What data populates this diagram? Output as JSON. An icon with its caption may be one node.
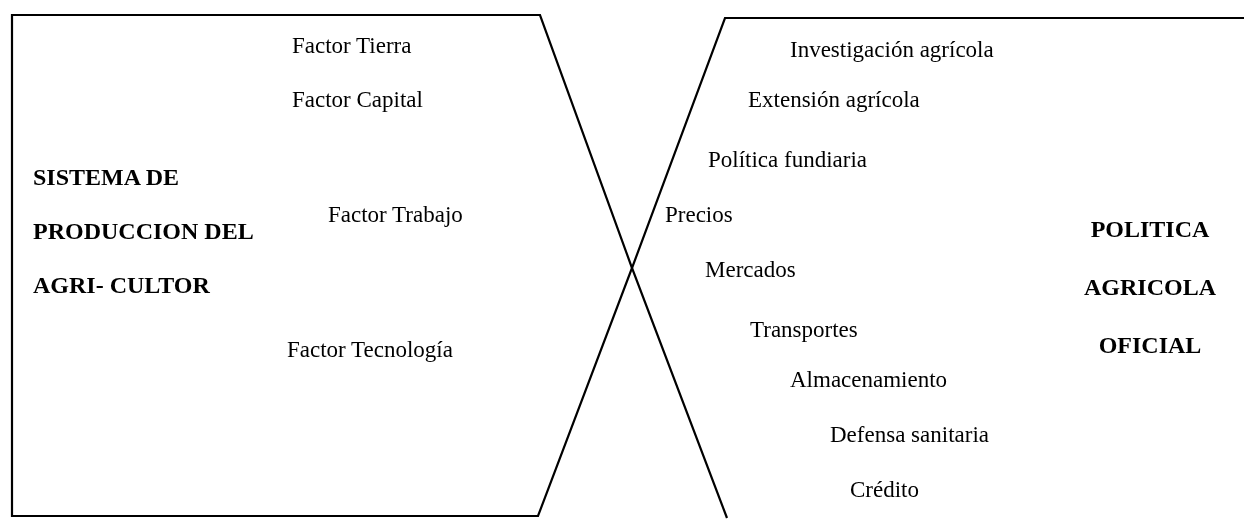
{
  "diagram": {
    "nodes": [
      {
        "text": [
          "SISTEMA DE PRODUCCION DEL AGRI- CULTOR",
          "Factor Tierra",
          "Factor Capital",
          "Factor Trabajo",
          "Factor Tecnología"
        ]
      },
      {
        "text": [
          "POLITICA AGRICOLA OFICIAL",
          "Investigación agrícola",
          "Extensión agrícola",
          "Política fundiaria",
          "Precios",
          "Mercados",
          "Transportes",
          "Almacenamiento",
          "Defensa sanitaria",
          "Crédito"
        ]
      }
    ]
  }
}
